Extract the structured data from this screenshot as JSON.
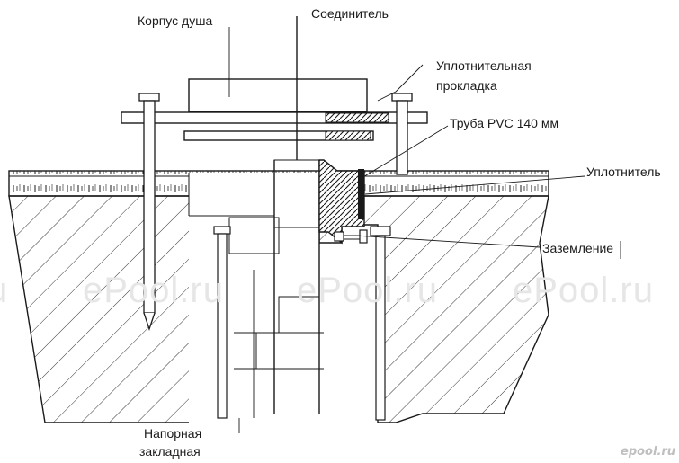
{
  "labels": {
    "shower_body": "Корпус душа",
    "connector": "Соединитель",
    "gasket_line1": "Уплотнительная",
    "gasket_line2": "прокладка",
    "pvc_pipe": "Труба PVC 140 мм",
    "sealant": "Уплотнитель",
    "grounding": "Заземление",
    "pressure_line1": "Напорная",
    "pressure_line2": "закладная"
  },
  "watermark": {
    "text_left": "u",
    "text_center": "ePool.ru",
    "text_mid": "ePool.ru",
    "text_right": "ePool.ru",
    "logo": "epool.ru"
  }
}
